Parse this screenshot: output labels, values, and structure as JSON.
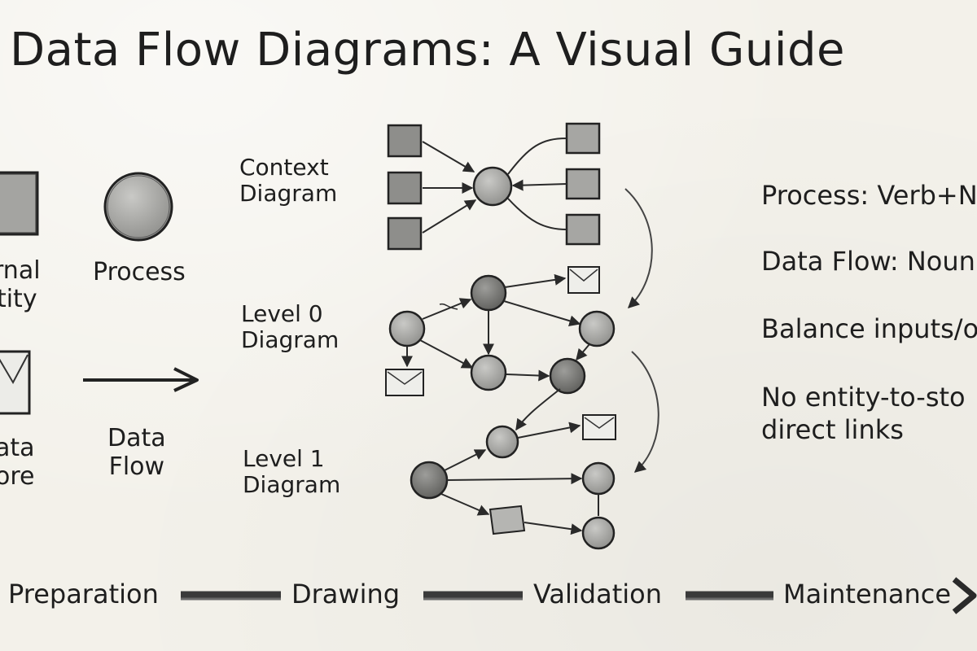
{
  "title": "Data Flow Diagrams: A Visual Guide",
  "legend": {
    "external_entity": "rnal\ntity",
    "process": "Process",
    "data_store": "ata\nore",
    "data_flow": "Data\nFlow"
  },
  "levels": [
    {
      "label": "Context\nDiagram"
    },
    {
      "label": "Level 0\nDiagram"
    },
    {
      "label": "Level 1\nDiagram"
    }
  ],
  "rules": [
    "Process: Verb+N",
    "Data Flow: Noun",
    "Balance inputs/o",
    "No entity-to-sto\ndirect links"
  ],
  "stages": [
    "Preparation",
    "Drawing",
    "Validation",
    "Maintenance"
  ],
  "colors": {
    "paper": "#f3f1ea",
    "ink": "#1e1e1e",
    "shape_fill": "#9a9a98"
  }
}
